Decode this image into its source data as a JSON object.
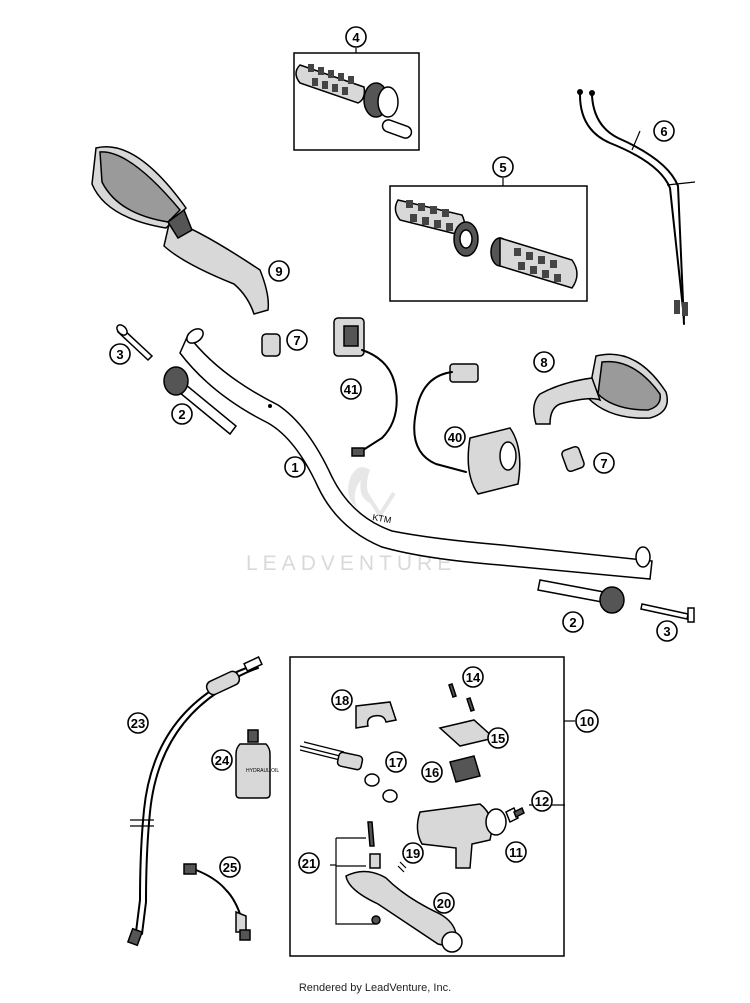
{
  "watermark": "LEADVENTURE",
  "footer": "Rendered by LeadVenture, Inc.",
  "callouts": [
    "1",
    "2",
    "2",
    "3",
    "3",
    "4",
    "5",
    "6",
    "7",
    "7",
    "8",
    "9",
    "10",
    "11",
    "12",
    "14",
    "15",
    "16",
    "17",
    "18",
    "19",
    "20",
    "21",
    "23",
    "24",
    "25",
    "40",
    "41"
  ],
  "bottle_label": "HYDRAUL OIL"
}
